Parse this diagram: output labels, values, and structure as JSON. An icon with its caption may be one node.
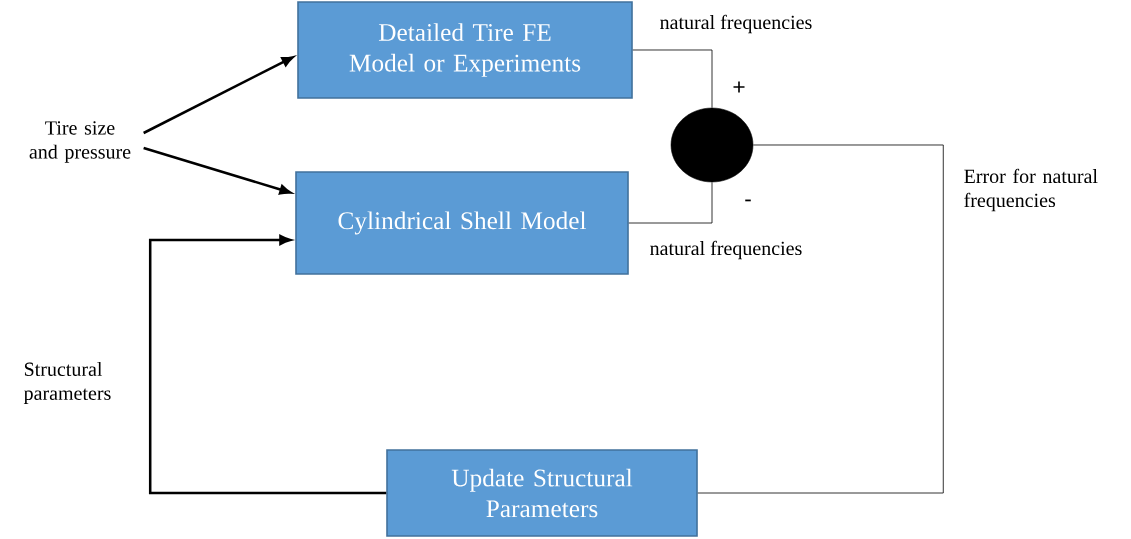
{
  "diagram": {
    "nodes": [
      {
        "text": [
          "Tire size and pressure"
        ]
      },
      {
        "text": [
          "Detailed Tire FE Model or Experiments"
        ]
      },
      {
        "text": [
          "Cylindrical Shell Model"
        ]
      },
      {
        "text": [],
        "shape": "circle",
        "beside": [
          "+",
          "-"
        ]
      },
      {
        "text": [
          "Update Structural Parameters"
        ]
      }
    ],
    "edges": [
      {
        "from": 0,
        "to": 1,
        "arrow": "to",
        "style": "thick"
      },
      {
        "from": 0,
        "to": 2,
        "arrow": "to",
        "style": "thick"
      },
      {
        "from": 1,
        "to": 3,
        "arrow": "none",
        "label": "natural frequencies"
      },
      {
        "from": 2,
        "to": 3,
        "arrow": "none",
        "label": "natural frequencies"
      },
      {
        "from": 3,
        "to": 4,
        "arrow": "none",
        "label": "Error for natural frequencies"
      },
      {
        "from": 4,
        "to": 2,
        "arrow": "to",
        "style": "thick",
        "label": "Structural parameters"
      }
    ]
  }
}
